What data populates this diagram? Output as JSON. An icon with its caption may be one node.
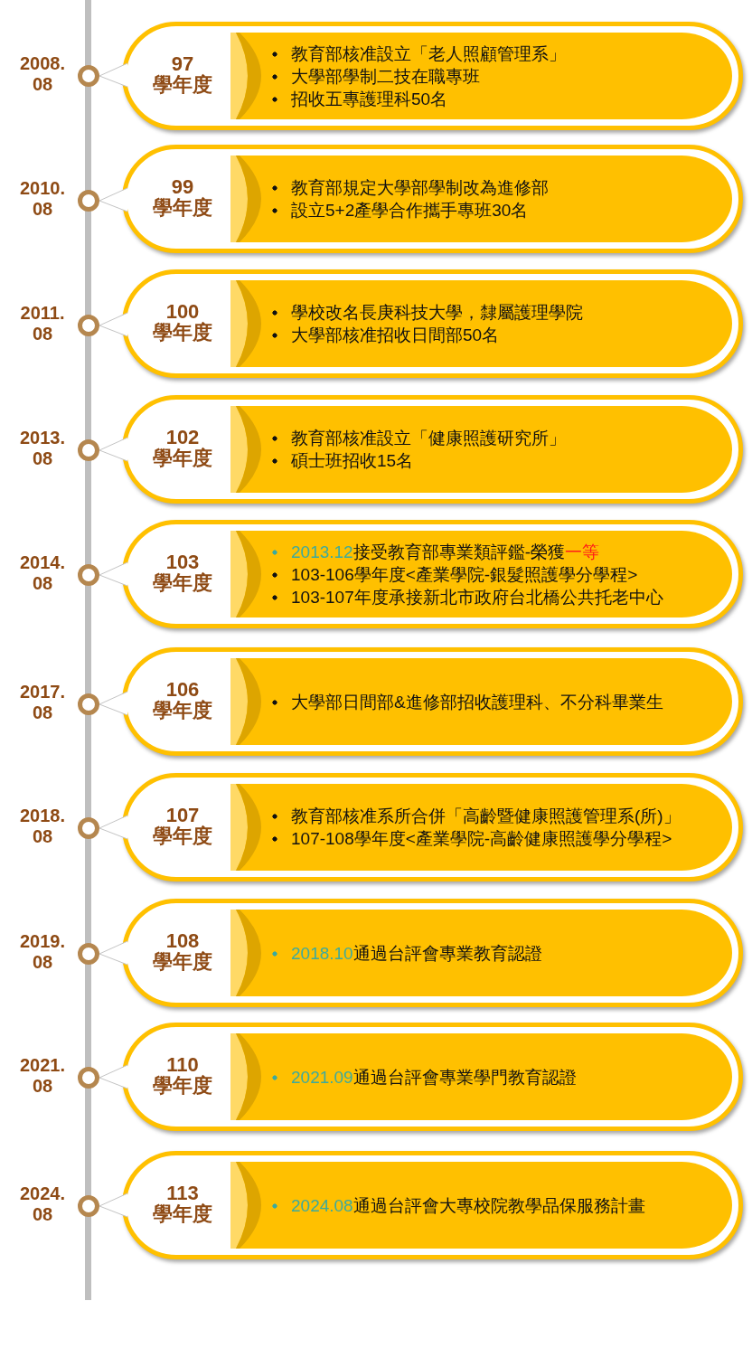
{
  "diagram": {
    "nodes": [
      {
        "text": [],
        "shape": "circle",
        "beside": [
          "2008. 08"
        ]
      },
      {
        "text": [
          "97 學年度"
        ]
      },
      {
        "text": [
          "教育部核准設立「老人照顧管理系」",
          "大學部學制二技在職專班",
          "招收五專護理科50名"
        ],
        "in": 1
      },
      {
        "text": [],
        "shape": "circle",
        "beside": [
          "2010. 08"
        ]
      },
      {
        "text": [
          "99 學年度"
        ]
      },
      {
        "text": [
          "教育部規定大學部學制改為進修部",
          "設立5+2產學合作攜手專班30名"
        ],
        "in": 4
      },
      {
        "text": [],
        "shape": "circle",
        "beside": [
          "2011. 08"
        ]
      },
      {
        "text": [
          "100 學年度"
        ]
      },
      {
        "text": [
          "學校改名長庚科技大學，隸屬護理學院",
          "大學部核准招收日間部50名"
        ],
        "in": 7
      },
      {
        "text": [],
        "shape": "circle",
        "beside": [
          "2013. 08"
        ]
      },
      {
        "text": [
          "102 學年度"
        ]
      },
      {
        "text": [
          "教育部核准設立「健康照護研究所」",
          "碩士班招收15名"
        ],
        "in": 10
      },
      {
        "text": [],
        "shape": "circle",
        "beside": [
          "2014. 08"
        ]
      },
      {
        "text": [
          "103 學年度"
        ]
      },
      {
        "text": [
          "2013.12接受教育部專業類評鑑-榮獲一等",
          "103-106學年度<產業學院-銀髮照護學分學程>",
          "103-107年度承接新北市政府台北橋公共托老中心"
        ],
        "in": 13
      },
      {
        "text": [],
        "shape": "circle",
        "beside": [
          "2017. 08"
        ]
      },
      {
        "text": [
          "106 學年度"
        ]
      },
      {
        "text": [
          "大學部日間部&進修部招收護理科、不分科畢業生"
        ],
        "in": 16
      },
      {
        "text": [],
        "shape": "circle",
        "beside": [
          "2018. 08"
        ]
      },
      {
        "text": [
          "107 學年度"
        ]
      },
      {
        "text": [
          "教育部核准系所合併「高齡暨健康照護管理系(所)」",
          "107-108學年度<產業學院-高齡健康照護學分學程>"
        ],
        "in": 19
      },
      {
        "text": [],
        "shape": "circle",
        "beside": [
          "2019. 08"
        ]
      },
      {
        "text": [
          "108 學年度"
        ]
      },
      {
        "text": [
          "2018.10通過台評會專業教育認證"
        ],
        "in": 22
      },
      {
        "text": [],
        "shape": "circle",
        "beside": [
          "2021. 08"
        ]
      },
      {
        "text": [
          "110 學年度"
        ]
      },
      {
        "text": [
          "2021.09通過台評會專業學門教育認證"
        ],
        "in": 25
      },
      {
        "text": [],
        "shape": "circle",
        "beside": [
          "2024. 08"
        ]
      },
      {
        "text": [
          "113 學年度"
        ]
      },
      {
        "text": [
          "2024.08通過台評會大專校院教學品保服務計畫"
        ],
        "in": 28
      }
    ],
    "edges": [
      {
        "from": 1,
        "to": 0,
        "arrow": "to"
      },
      {
        "from": 4,
        "to": 3,
        "arrow": "to"
      },
      {
        "from": 7,
        "to": 6,
        "arrow": "to"
      },
      {
        "from": 10,
        "to": 9,
        "arrow": "to"
      },
      {
        "from": 13,
        "to": 12,
        "arrow": "to"
      },
      {
        "from": 16,
        "to": 15,
        "arrow": "to"
      },
      {
        "from": 19,
        "to": 18,
        "arrow": "to"
      },
      {
        "from": 22,
        "to": 21,
        "arrow": "to"
      },
      {
        "from": 25,
        "to": 24,
        "arrow": "to"
      },
      {
        "from": 28,
        "to": 27,
        "arrow": "to"
      }
    ]
  }
}
